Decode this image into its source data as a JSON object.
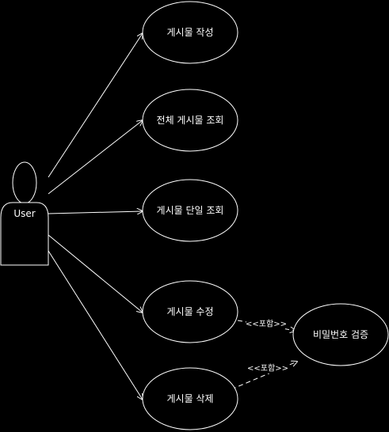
{
  "actor": {
    "label": "User"
  },
  "use_cases": [
    {
      "id": "write",
      "label": "게시물 작성"
    },
    {
      "id": "list",
      "label": "전체 게시물 조회"
    },
    {
      "id": "detail",
      "label": "게시물 단일 조회"
    },
    {
      "id": "edit",
      "label": "게시물 수정"
    },
    {
      "id": "delete",
      "label": "게시물 삭제"
    },
    {
      "id": "verify",
      "label": "비밀번호 검증"
    }
  ],
  "associations": [
    "write",
    "list",
    "detail",
    "edit",
    "delete"
  ],
  "includes": [
    {
      "from": "edit",
      "to": "verify",
      "label": "<<포함>>"
    },
    {
      "from": "delete",
      "to": "verify",
      "label": "<<포함>>"
    }
  ],
  "colors": {
    "background": "#000000",
    "stroke": "#ffffff",
    "fill": "#000000",
    "text": "#ffffff"
  }
}
